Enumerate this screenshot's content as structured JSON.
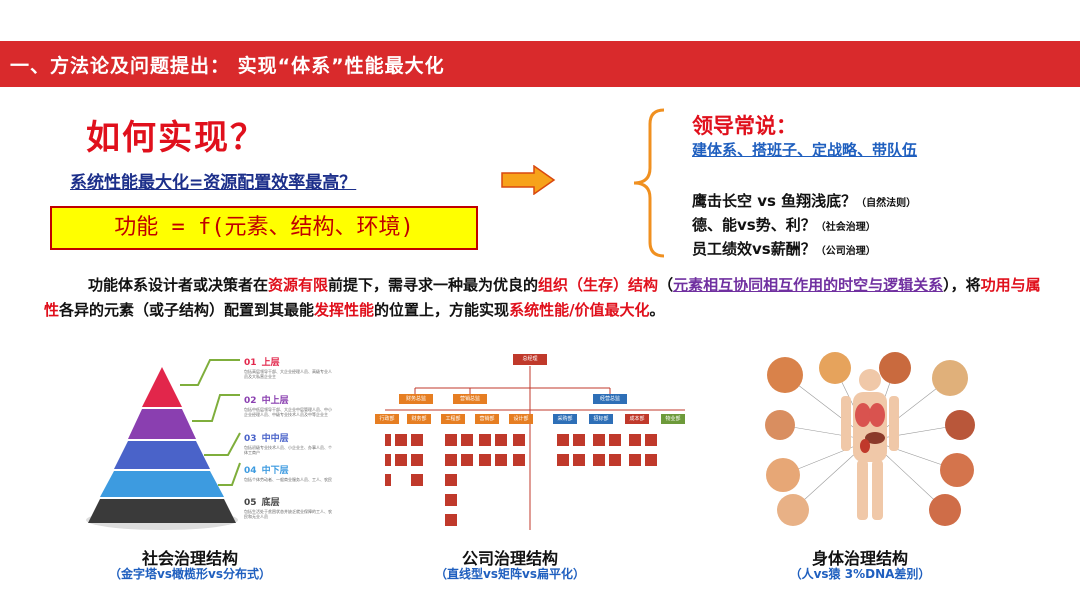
{
  "banner": {
    "title": "一、方法论及问题提出： 实现“体系”性能最大化"
  },
  "main": {
    "title": "如何实现？",
    "subtitle": "系统性能最大化=资源配置效率最高？",
    "formula": "功能 = f(元素、结构、环境)"
  },
  "leaders": {
    "title": "领导常说：",
    "subtitle": "建体系、搭班子、定战略、带队伍",
    "lines": [
      {
        "text": "鹰击长空 vs 鱼翔浅底？",
        "note": "（自然法则）"
      },
      {
        "text": "德、能vs势、利？",
        "note": "（社会治理）"
      },
      {
        "text": "员工绩效vs薪酬？",
        "note": "（公司治理）"
      }
    ]
  },
  "paragraph": {
    "p1": "功能体系设计者或决策者在",
    "p2": "资源有限",
    "p3": "前提下，需寻求一种最为优良的",
    "p4": "组织（生存）结构",
    "p5": "（",
    "p6": "元素相互协同相互作用的时空与逻辑关系",
    "p7": "），将",
    "p8": "功用与属性",
    "p9": "各异的元素（或子结构）配置到其最能",
    "p10": "发挥性能",
    "p11": "的位置上，方能实现",
    "p12": "系统性能/价值最大化",
    "p13": "。"
  },
  "pyramid": {
    "levels": [
      {
        "num": "01",
        "name": "上层",
        "desc": "包括高层领导干部、大企业经理人员、高级专业人员及大私营企业主",
        "color": "#e2264b"
      },
      {
        "num": "02",
        "name": "中上层",
        "desc": "包括中低层领导干部、大企业中层管理人员、中小企业经理人员、中级专业技术人员及中等企业主",
        "color": "#8a3fb0"
      },
      {
        "num": "03",
        "name": "中中层",
        "desc": "包括初级专业技术人员、小企业主、办事人员、个体工商户",
        "color": "#4a63c9"
      },
      {
        "num": "04",
        "name": "中下层",
        "desc": "包括个体劳动者、一般商业服务人员、工人、农民",
        "color": "#3d9be0"
      },
      {
        "num": "05",
        "name": "底层",
        "desc": "包括生活处于贫困状态并缺乏就业保障的工人、农民和无业人员",
        "color": "#3a3a3a"
      }
    ]
  },
  "org": {
    "root": "总经理",
    "vps": [
      "财务总监",
      "营销总监",
      "经营总监"
    ],
    "depts": [
      "行政部",
      "财务部",
      "工程部",
      "营销部",
      "设计部",
      "采购部",
      "招标部",
      "成本部",
      "物业部"
    ]
  },
  "captions": [
    {
      "title": "社会治理结构",
      "sub": "（金字塔vs橄榄形vs分布式）"
    },
    {
      "title": "公司治理结构",
      "sub": "（直线型vs矩阵vs扁平化）"
    },
    {
      "title": "身体治理结构",
      "sub": "（人vs猿 3%DNA差别）"
    }
  ],
  "colors": {
    "banner": "#d92a2c",
    "accent_red": "#e0101c",
    "formula_bg": "#ffff00",
    "blue": "#1f5fbf",
    "purple": "#7030a0"
  }
}
